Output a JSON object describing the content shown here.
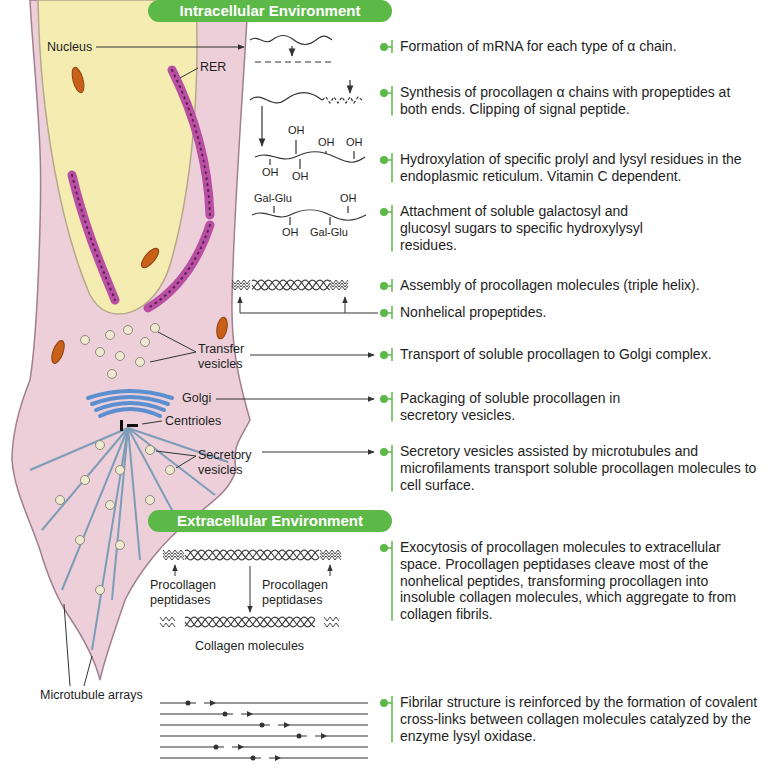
{
  "diagram": {
    "nodes": [
      {
        "text": [
          "Intracellular Environment"
        ]
      },
      {
        "text": [
          "Extracellular Environment"
        ]
      }
    ],
    "labels": [
      "Nucleus",
      "RER",
      "Formation of mRNA for each type of α chain.",
      "Synthesis of procollagen α chains with propeptides at both ends. Clipping of signal peptide.",
      "OH",
      "OH",
      "OH",
      "OH",
      "OH",
      "Hydroxylation of specific prolyl and lysyl residues in the endoplasmic reticulum. Vitamin C dependent.",
      "Gal-Glu",
      "OH",
      "OH",
      "Gal-Glu",
      "Attachment of soluble galactosyl and glucosyl sugars to specific hydroxylysyl residues.",
      "Assembly of procollagen molecules (triple helix).",
      "Nonhelical propeptides.",
      "Transfer vesicles",
      "Transport of soluble procollagen to Golgi complex.",
      "Golgi",
      "Centrioles",
      "Packaging of soluble procollagen in secretory vesicles.",
      "Secretory vesicles",
      "Secretory vesicles assisted by microtubules and microfilaments transport soluble procollagen molecules to cell surface.",
      "Procollagen peptidases",
      "Procollagen peptidases",
      "Exocytosis of procollagen molecules to extracellular space. Procollagen peptidases cleave most of the nonhelical peptides, transforming procollagen into insoluble collagen molecules, which aggregate to from collagen fibrils.",
      "Collagen molecules",
      "Microtubule arrays",
      "Fibrilar structure is reinforced by the formation of covalent cross-links between collagen molecules catalyzed by the enzyme lysyl oxidase."
    ]
  }
}
